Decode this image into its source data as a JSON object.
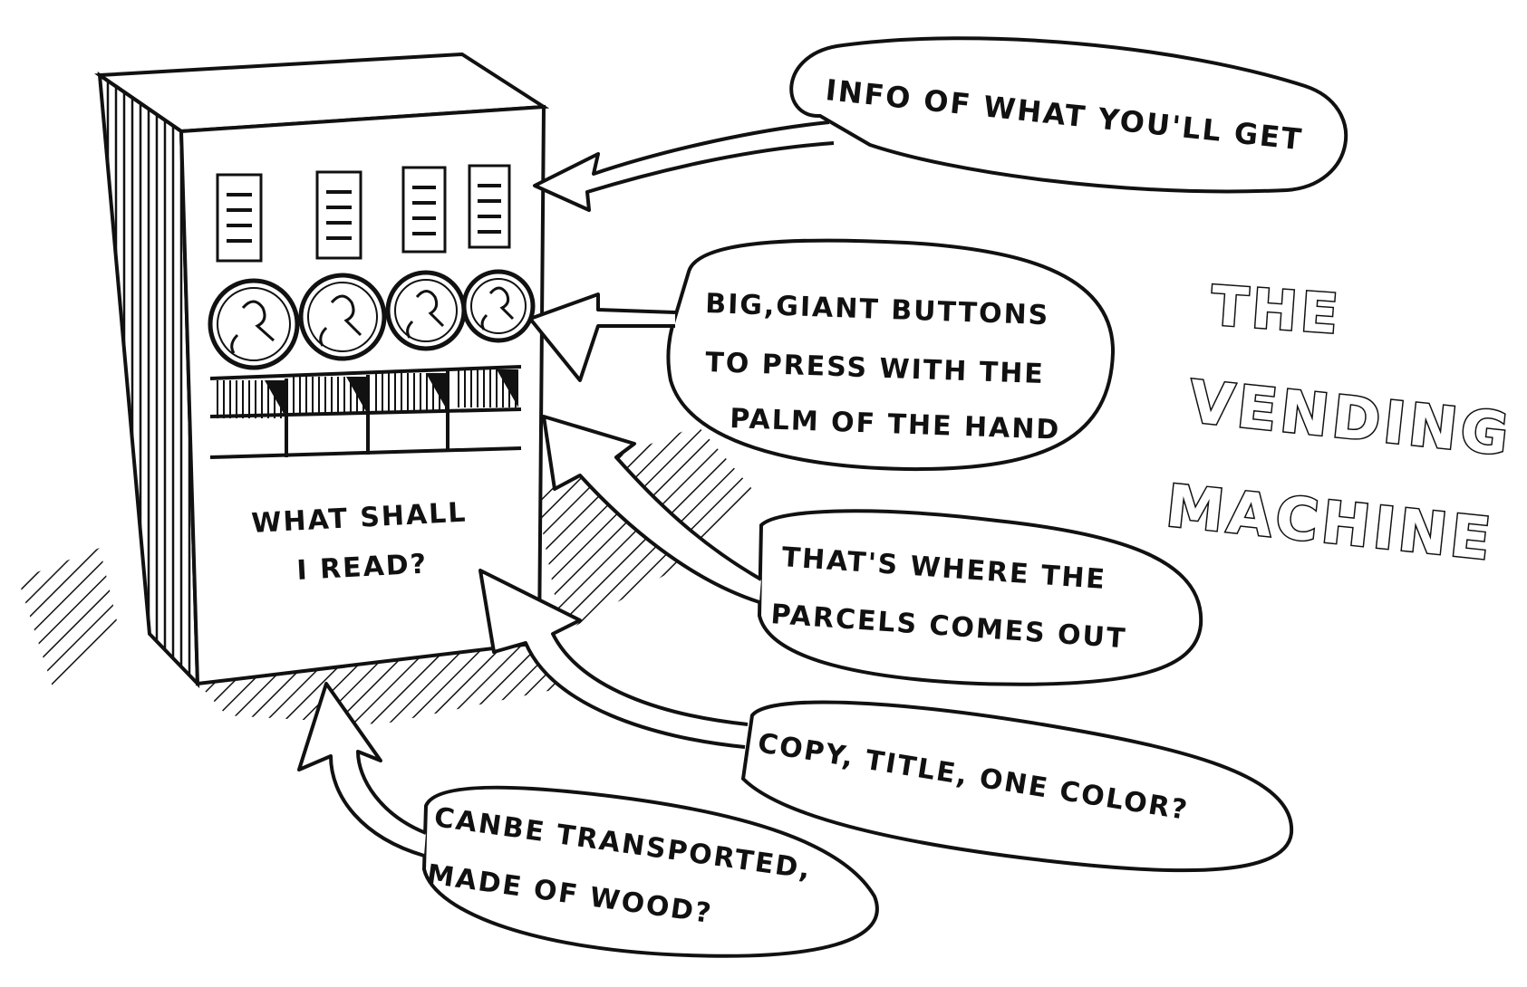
{
  "title": {
    "line1": "THE",
    "line2": "VENDING",
    "line3": "MACHINE"
  },
  "machine": {
    "front_text_line1": "WHAT SHALL",
    "front_text_line2": "I READ?",
    "info_panel_count": 4,
    "button_count": 4,
    "slot_count": 4
  },
  "callouts": {
    "info": {
      "text": "INFO OF WHAT YOU'LL GET"
    },
    "buttons": {
      "line1": "BIG,GIANT BUTTONS",
      "line2": "TO PRESS WITH THE",
      "line3": "PALM OF THE HAND"
    },
    "parcels": {
      "line1": "THAT'S WHERE THE",
      "line2": "PARCELS COMES OUT"
    },
    "copy": {
      "text": "COPY, TITLE, ONE COLOR?"
    },
    "wood": {
      "line1": "CANBE TRANSPORTED,",
      "line2": "MADE OF WOOD?"
    }
  },
  "colors": {
    "ink": "#111111",
    "paper": "#ffffff"
  }
}
